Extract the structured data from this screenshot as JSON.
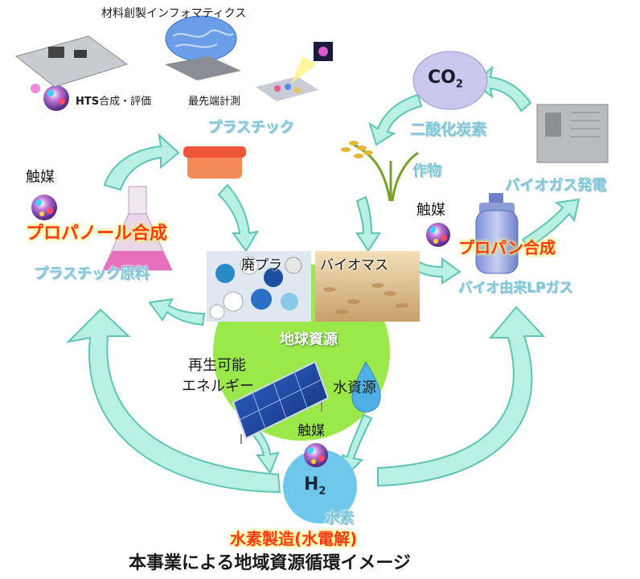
{
  "header": {
    "informatics": "材料創製インフォマティクス",
    "hts_bold": "HTS",
    "hts_rest": "合成・評価",
    "measurement": "最先端計測"
  },
  "center": {
    "earth_resources": "地球資源",
    "waste_plastic": "廃プラ",
    "biomass": "バイオマス",
    "renewable_line1": "再生可能",
    "renewable_line2": "エネルギー",
    "water_resource": "水資源"
  },
  "left": {
    "catalyst": "触媒",
    "propanol": "プロパノール合成",
    "plastic_material": "プラスチック原料",
    "plastic": "プラスチック"
  },
  "right": {
    "co2_main": "CO",
    "co2_sub": "2",
    "carbon_dioxide": "二酸化炭素",
    "crops": "作物",
    "biogas_power": "バイオガス発電",
    "catalyst": "触媒",
    "propane": "プロパン合成",
    "bio_lpg": "バイオ由来LPガス"
  },
  "bottom": {
    "catalyst": "触媒",
    "h2_main": "H",
    "h2_sub": "2",
    "hydrogen": "水素",
    "electrolysis": "水素製造(水電解)",
    "caption": "本事業による地域資源循環イメージ"
  },
  "colors": {
    "arrow": "#b8f0e3",
    "arrow_edge": "#5fc4b4",
    "green": "#9be84a",
    "co2_circle": "#c9c7ec",
    "h2_circle": "#6fc8ec",
    "red_text": "#ff3a1a",
    "blue_text": "#7fc6d8"
  }
}
